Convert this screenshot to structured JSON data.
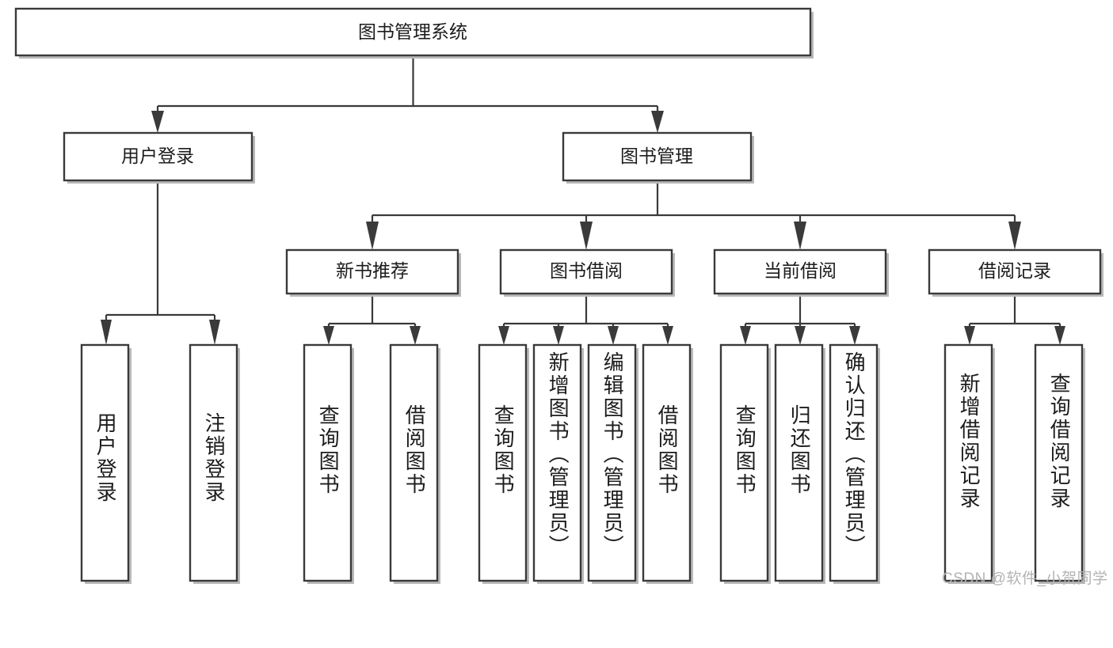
{
  "diagram": {
    "type": "tree-hierarchy",
    "title": "图书管理系统",
    "orientation": "top-down",
    "colors": {
      "box_stroke": "#3a3a3a",
      "box_fill": "#ffffff",
      "edge": "#3a3a3a",
      "text": "#1c1c1c",
      "watermark": "#b3b3b3"
    },
    "root": {
      "label": "图书管理系统"
    },
    "level2": [
      {
        "label": "用户登录"
      },
      {
        "label": "图书管理"
      }
    ],
    "level3": [
      {
        "label": "新书推荐"
      },
      {
        "label": "图书借阅"
      },
      {
        "label": "当前借阅"
      },
      {
        "label": "借阅记录"
      }
    ],
    "leaves": {
      "user_login": [
        {
          "label": "用户登录"
        },
        {
          "label": "注销登录"
        }
      ],
      "new_book_recommend": [
        {
          "label": "查询图书"
        },
        {
          "label": "借阅图书"
        }
      ],
      "book_borrow": [
        {
          "label": "查询图书"
        },
        {
          "label": "新增图书（管理员）"
        },
        {
          "label": "编辑图书（管理员）"
        },
        {
          "label": "借阅图书"
        }
      ],
      "current_borrow": [
        {
          "label": "查询图书"
        },
        {
          "label": "归还图书"
        },
        {
          "label": "确认归还（管理员）"
        }
      ],
      "borrow_record": [
        {
          "label": "新增借阅记录"
        },
        {
          "label": "查询借阅记录"
        }
      ]
    }
  },
  "watermark": {
    "text": "CSDN @软件_小贺同学"
  }
}
